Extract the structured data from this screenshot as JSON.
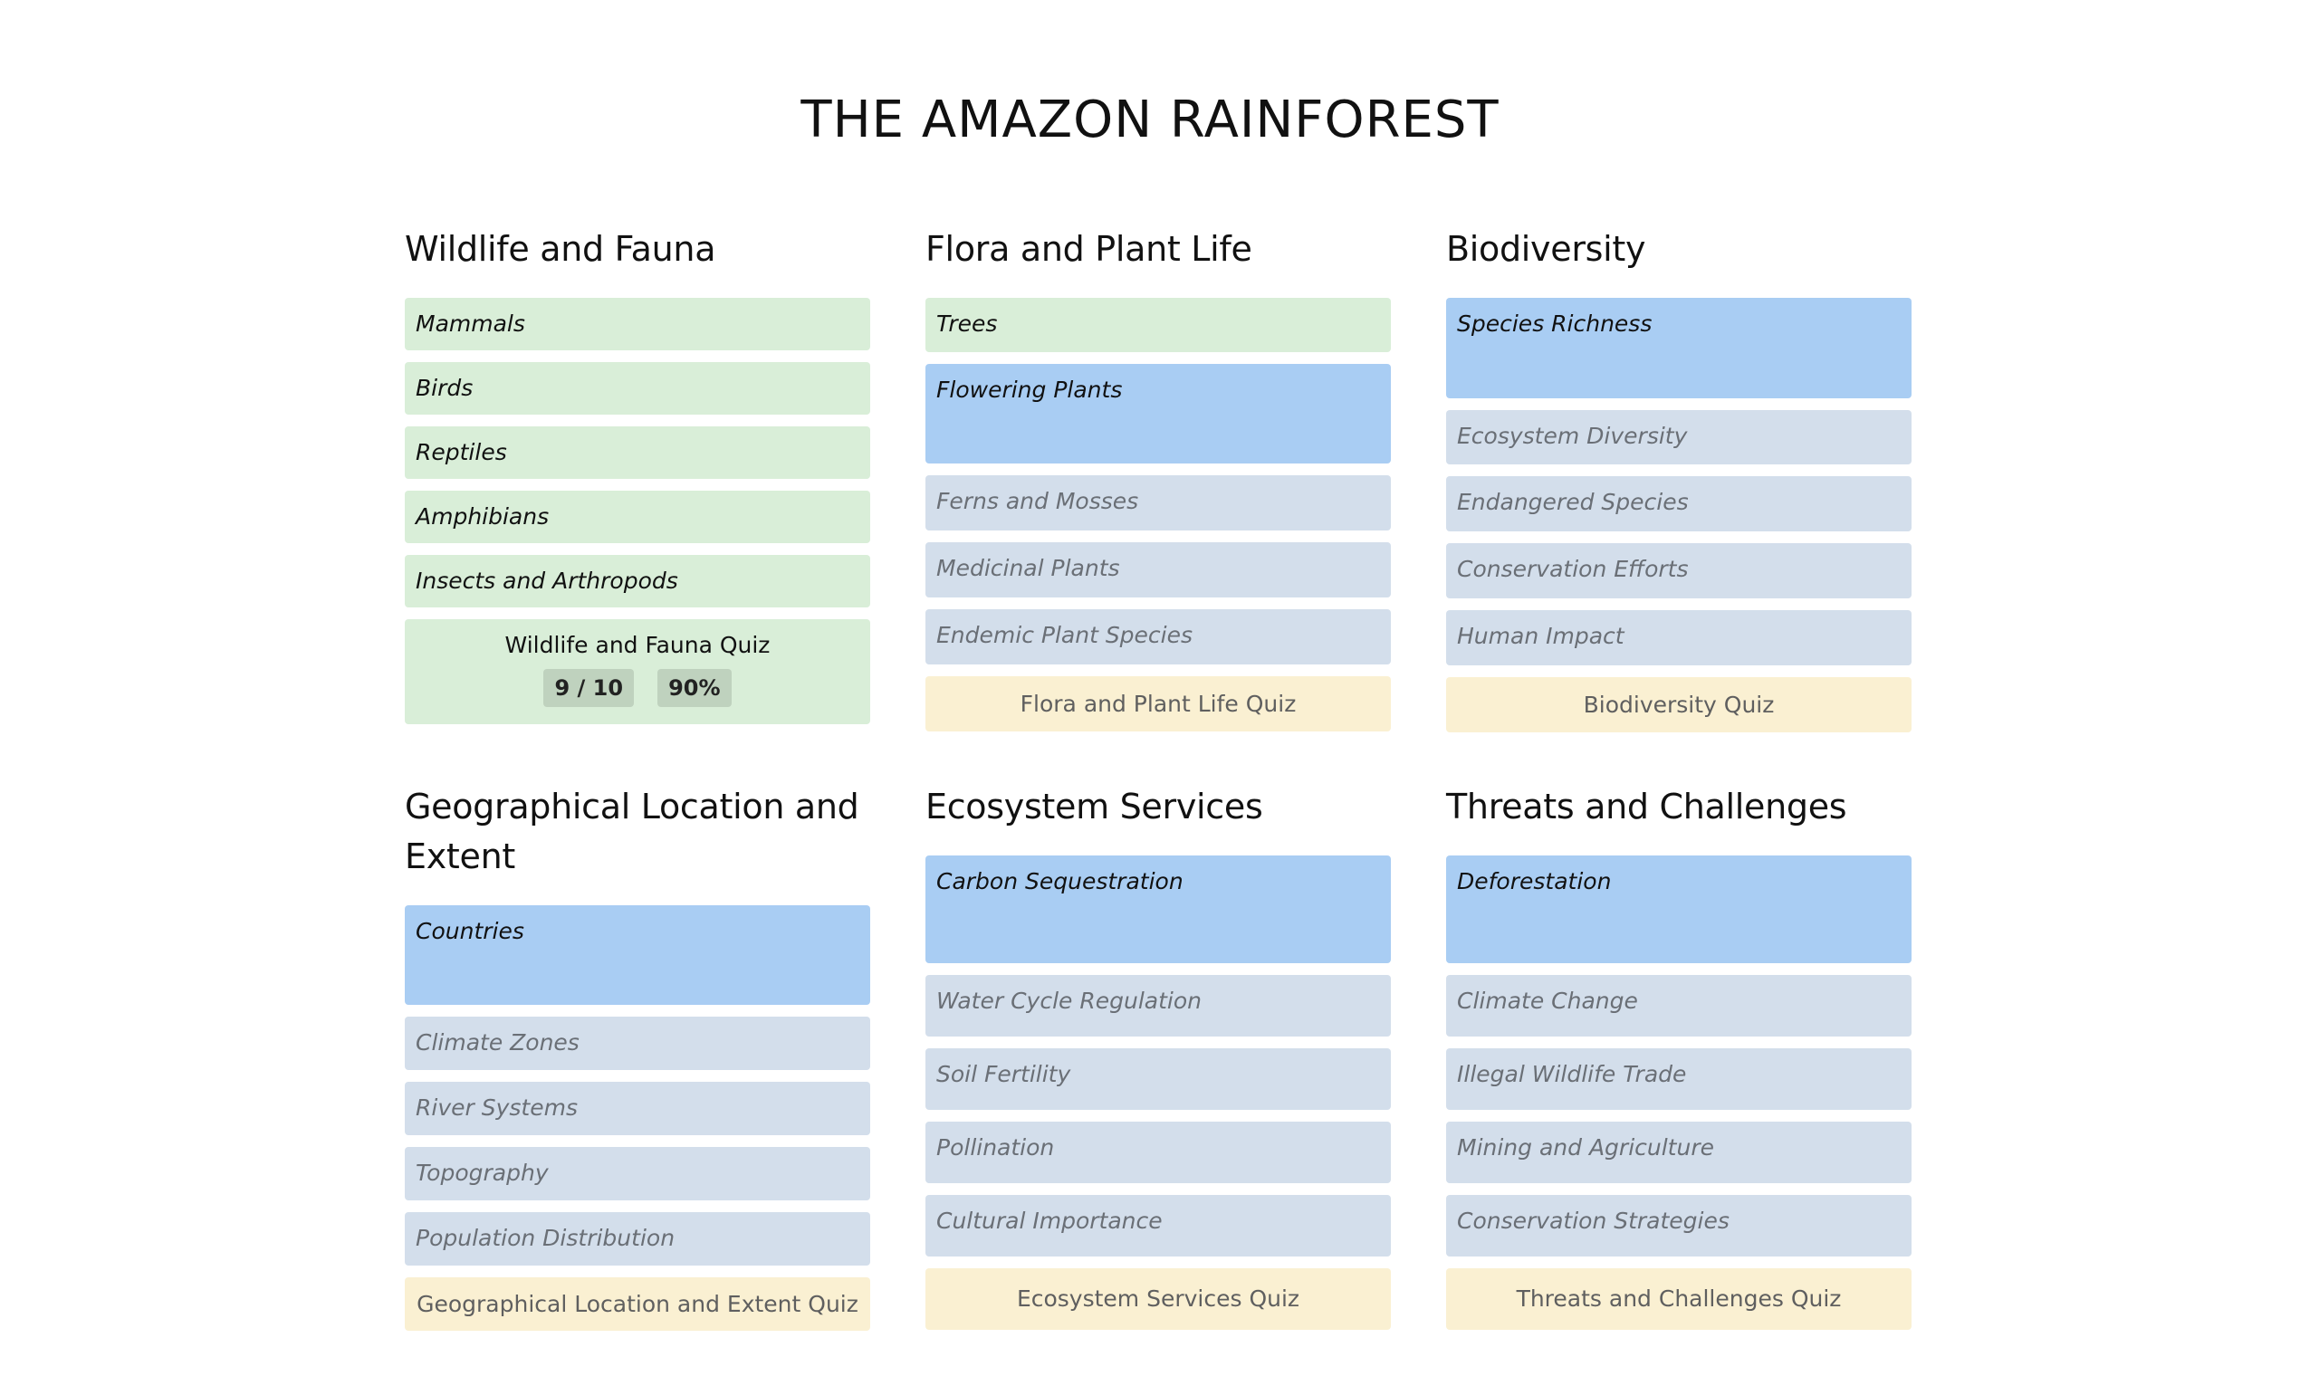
{
  "title": "THE AMAZON RAINFOREST",
  "sections": [
    {
      "title": "Wildlife and Fauna",
      "items": [
        {
          "label": "Mammals",
          "status": "completed"
        },
        {
          "label": "Birds",
          "status": "completed"
        },
        {
          "label": "Reptiles",
          "status": "completed"
        },
        {
          "label": "Amphibians",
          "status": "completed"
        },
        {
          "label": "Insects and Arthropods",
          "status": "completed"
        }
      ],
      "quiz": {
        "label": "Wildlife and Fauna Quiz",
        "score": "9 / 10",
        "percent": "90%",
        "status": "completed"
      }
    },
    {
      "title": "Flora and Plant Life",
      "items": [
        {
          "label": "Trees",
          "status": "completed"
        },
        {
          "label": "Flowering Plants",
          "status": "current"
        },
        {
          "label": "Ferns and Mosses",
          "status": "locked"
        },
        {
          "label": "Medicinal Plants",
          "status": "locked"
        },
        {
          "label": "Endemic Plant Species",
          "status": "locked"
        }
      ],
      "quiz": {
        "label": "Flora and Plant Life Quiz",
        "status": "locked"
      }
    },
    {
      "title": "Biodiversity",
      "items": [
        {
          "label": "Species Richness",
          "status": "current"
        },
        {
          "label": "Ecosystem Diversity",
          "status": "locked"
        },
        {
          "label": "Endangered Species",
          "status": "locked"
        },
        {
          "label": "Conservation Efforts",
          "status": "locked"
        },
        {
          "label": "Human Impact",
          "status": "locked"
        }
      ],
      "quiz": {
        "label": "Biodiversity Quiz",
        "status": "locked"
      }
    },
    {
      "title": "Geographical Location and Extent",
      "items": [
        {
          "label": "Countries",
          "status": "current"
        },
        {
          "label": "Climate Zones",
          "status": "locked"
        },
        {
          "label": "River Systems",
          "status": "locked"
        },
        {
          "label": "Topography",
          "status": "locked"
        },
        {
          "label": "Population Distribution",
          "status": "locked"
        }
      ],
      "quiz": {
        "label": "Geographical Location and Extent Quiz",
        "status": "locked"
      }
    },
    {
      "title": "Ecosystem Services",
      "items": [
        {
          "label": "Carbon Sequestration",
          "status": "current"
        },
        {
          "label": "Water Cycle Regulation",
          "status": "locked"
        },
        {
          "label": "Soil Fertility",
          "status": "locked"
        },
        {
          "label": "Pollination",
          "status": "locked"
        },
        {
          "label": "Cultural Importance",
          "status": "locked"
        }
      ],
      "quiz": {
        "label": "Ecosystem Services Quiz",
        "status": "locked"
      }
    },
    {
      "title": "Threats and Challenges",
      "items": [
        {
          "label": "Deforestation",
          "status": "current"
        },
        {
          "label": "Climate Change",
          "status": "locked"
        },
        {
          "label": "Illegal Wildlife Trade",
          "status": "locked"
        },
        {
          "label": "Mining and Agriculture",
          "status": "locked"
        },
        {
          "label": "Conservation Strategies",
          "status": "locked"
        }
      ],
      "quiz": {
        "label": "Threats and Challenges Quiz",
        "status": "locked"
      }
    }
  ],
  "colors": {
    "completed": "#d9eed8",
    "current": "#a9cdf3",
    "locked": "#d3deeb",
    "quiz_locked": "#faf0d2",
    "score_chip": "#bfd2be"
  }
}
